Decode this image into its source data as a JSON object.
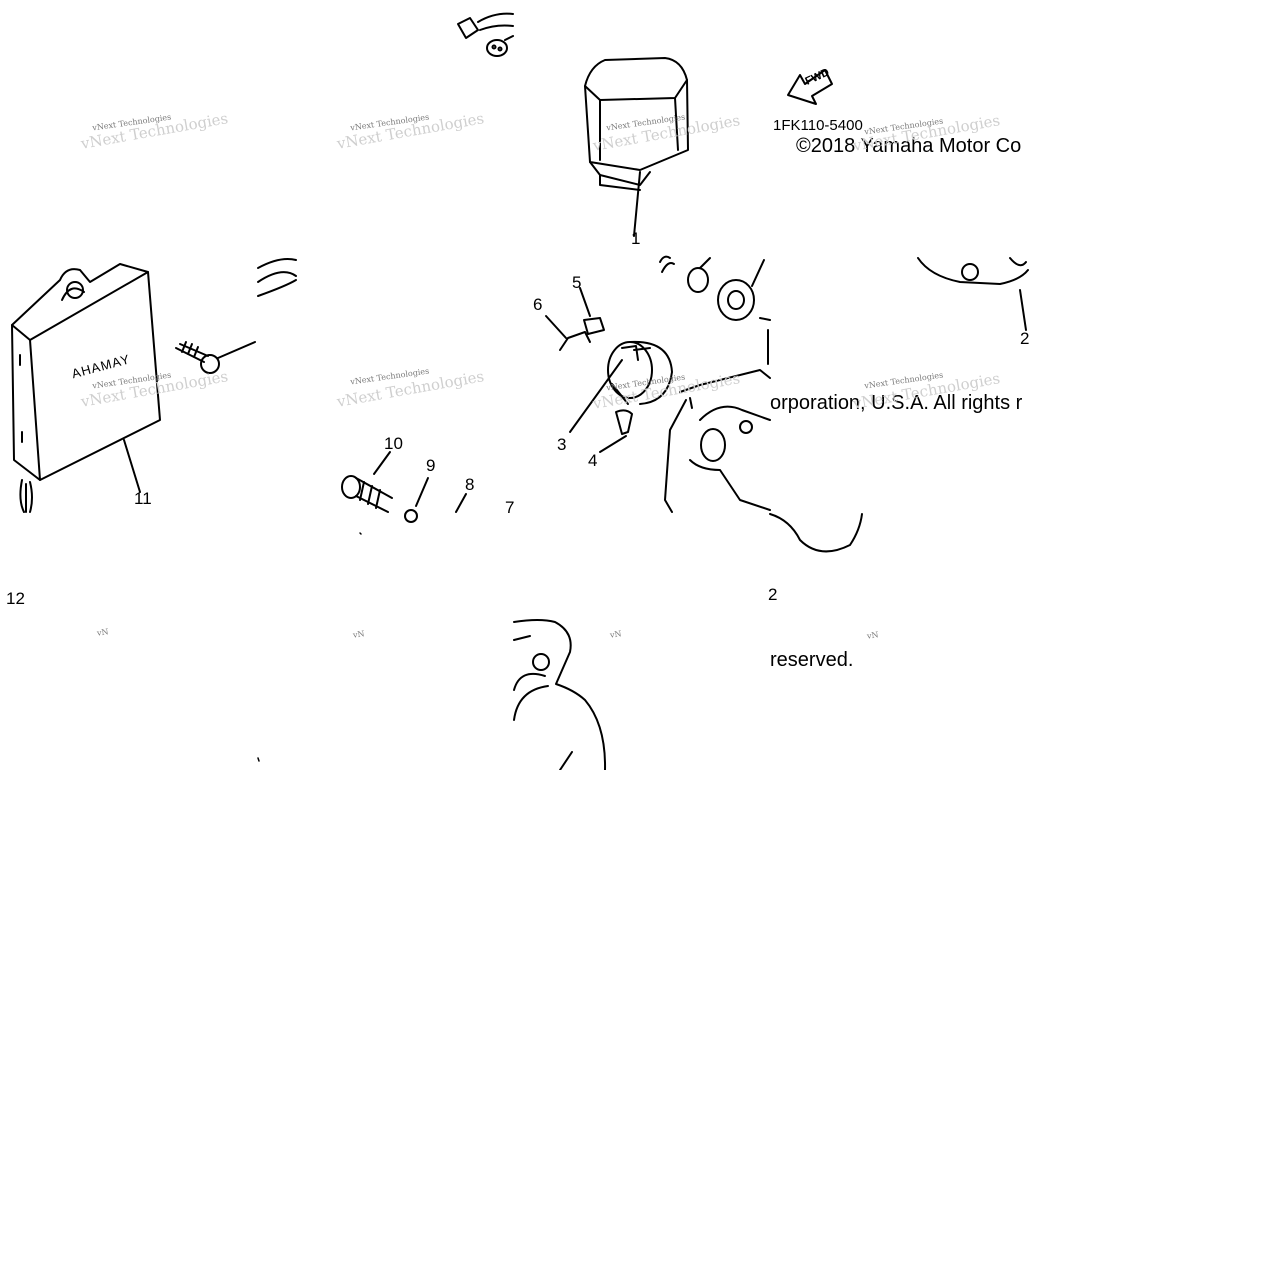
{
  "diagram": {
    "part_code": "1FK110-5400",
    "copyright_line1": "©2018 Yamaha Motor Co",
    "copyright_line2": "orporation, U.S.A. All rights r",
    "copyright_line3": "reserved.",
    "fwd_label": "FWD",
    "brand_text": "YAMAHA",
    "watermark": "vNext Technologies",
    "watermark_short": "vN",
    "callouts": [
      "1",
      "2",
      "3",
      "4",
      "5",
      "6",
      "7",
      "8",
      "9",
      "10",
      "11",
      "12"
    ]
  }
}
